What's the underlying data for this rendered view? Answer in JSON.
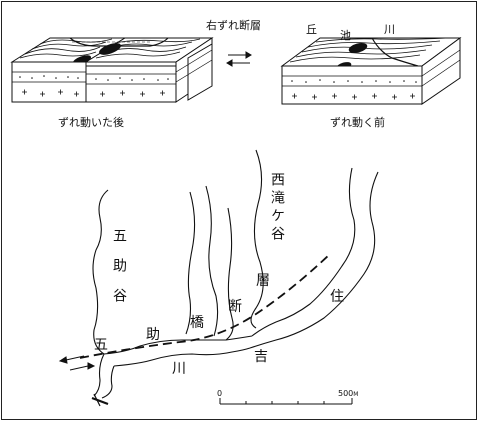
{
  "block_diagrams": {
    "fault_type_label": "右ずれ断層",
    "after_label": "ずれ動いた後",
    "before_label": "ずれ動く前",
    "hill_label": "丘",
    "pond_label": "池",
    "river_label": "川"
  },
  "map": {
    "goshukudani": "五助谷",
    "nishitakigatani": "西滝ケ谷",
    "goshukyo_go": "五",
    "goshukyo_suke": "助",
    "goshukyo_bashi": "橋",
    "fault_dan": "断",
    "fault_sou": "層",
    "sumiyoshi_sumi": "住",
    "sumiyoshi_yoshi": "吉",
    "river_kawa": "川"
  },
  "scale": {
    "zero": "0",
    "max": "500",
    "unit": "M"
  },
  "colors": {
    "ink": "#111111",
    "background": "#ffffff"
  }
}
